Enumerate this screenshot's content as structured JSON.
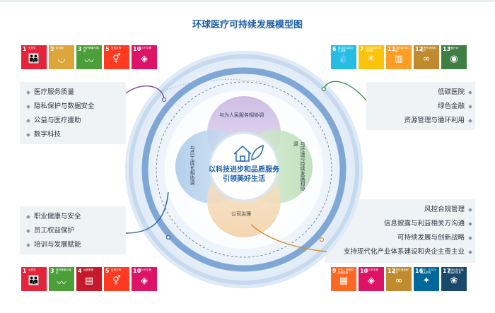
{
  "title": "环球医疗可持续发展模型图",
  "center": {
    "line1": "以科技进步和品质服务",
    "line2": "引领美好生活"
  },
  "petals": {
    "top": "与为人民服务相协调",
    "left": "与员工成长相协调",
    "right": "与环境可持续发展相协调",
    "bottom": "公司治理"
  },
  "left_top_items": [
    "医疗服务质量",
    "隐私保护与数据安全",
    "公益与医疗援助",
    "数字科技"
  ],
  "left_bottom_items": [
    "职业健康与安全",
    "员工权益保护",
    "培训与发展赋能"
  ],
  "right_top_items": [
    "低碳医院",
    "绿色金融",
    "资源管理与循环利用"
  ],
  "right_bottom_items": [
    "风控合规管理",
    "信息披露与利益相关方沟通",
    "可持续发展与创新战略",
    "支持现代化产业体系建设和央企主责主业"
  ],
  "sdg_top_left": [
    {
      "num": "1",
      "label": "无贫穷",
      "color": "#e5243b",
      "icon": "people-icon"
    },
    {
      "num": "2",
      "label": "零饥饿",
      "color": "#dda63a",
      "icon": "bowl-icon"
    },
    {
      "num": "3",
      "label": "良好健康与福祉",
      "color": "#4c9f38",
      "icon": "heartbeat-icon"
    },
    {
      "num": "5",
      "label": "性别平等",
      "color": "#ff3a21",
      "icon": "gender-icon"
    },
    {
      "num": "10",
      "label": "减少不平等",
      "color": "#dd1367",
      "icon": "equality-icon"
    }
  ],
  "sdg_top_right": [
    {
      "num": "6",
      "label": "清洁饮水和卫生设施",
      "color": "#26bde2",
      "icon": "water-icon"
    },
    {
      "num": "7",
      "label": "经济适用的清洁能源",
      "color": "#fcc30b",
      "icon": "sun-icon"
    },
    {
      "num": "11",
      "label": "可持续城市和社区",
      "color": "#fd9d24",
      "icon": "city-icon"
    },
    {
      "num": "12",
      "label": "负责任消费和生产",
      "color": "#bf8b2e",
      "icon": "infinity-icon"
    },
    {
      "num": "13",
      "label": "气候行动",
      "color": "#3f7e44",
      "icon": "eye-icon"
    }
  ],
  "sdg_bottom_left": [
    {
      "num": "1",
      "label": "无贫穷",
      "color": "#e5243b",
      "icon": "people-icon"
    },
    {
      "num": "3",
      "label": "良好健康与福祉",
      "color": "#4c9f38",
      "icon": "heartbeat-icon"
    },
    {
      "num": "4",
      "label": "优质教育",
      "color": "#c5192d",
      "icon": "book-icon"
    },
    {
      "num": "5",
      "label": "性别平等",
      "color": "#ff3a21",
      "icon": "gender-icon"
    },
    {
      "num": "10",
      "label": "减少不平等",
      "color": "#dd1367",
      "icon": "equality-icon"
    }
  ],
  "sdg_bottom_right": [
    {
      "num": "9",
      "label": "产业、创新和基础设施",
      "color": "#fd6925",
      "icon": "cubes-icon"
    },
    {
      "num": "10",
      "label": "减少不平等",
      "color": "#dd1367",
      "icon": "equality-icon"
    },
    {
      "num": "12",
      "label": "负责任消费和生产",
      "color": "#bf8b2e",
      "icon": "infinity-icon"
    },
    {
      "num": "16",
      "label": "和平、正义与强大机构",
      "color": "#00689d",
      "icon": "dove-icon"
    },
    {
      "num": "17",
      "label": "促进目标实现的伙伴关系",
      "color": "#19486a",
      "icon": "flower-icon"
    }
  ]
}
